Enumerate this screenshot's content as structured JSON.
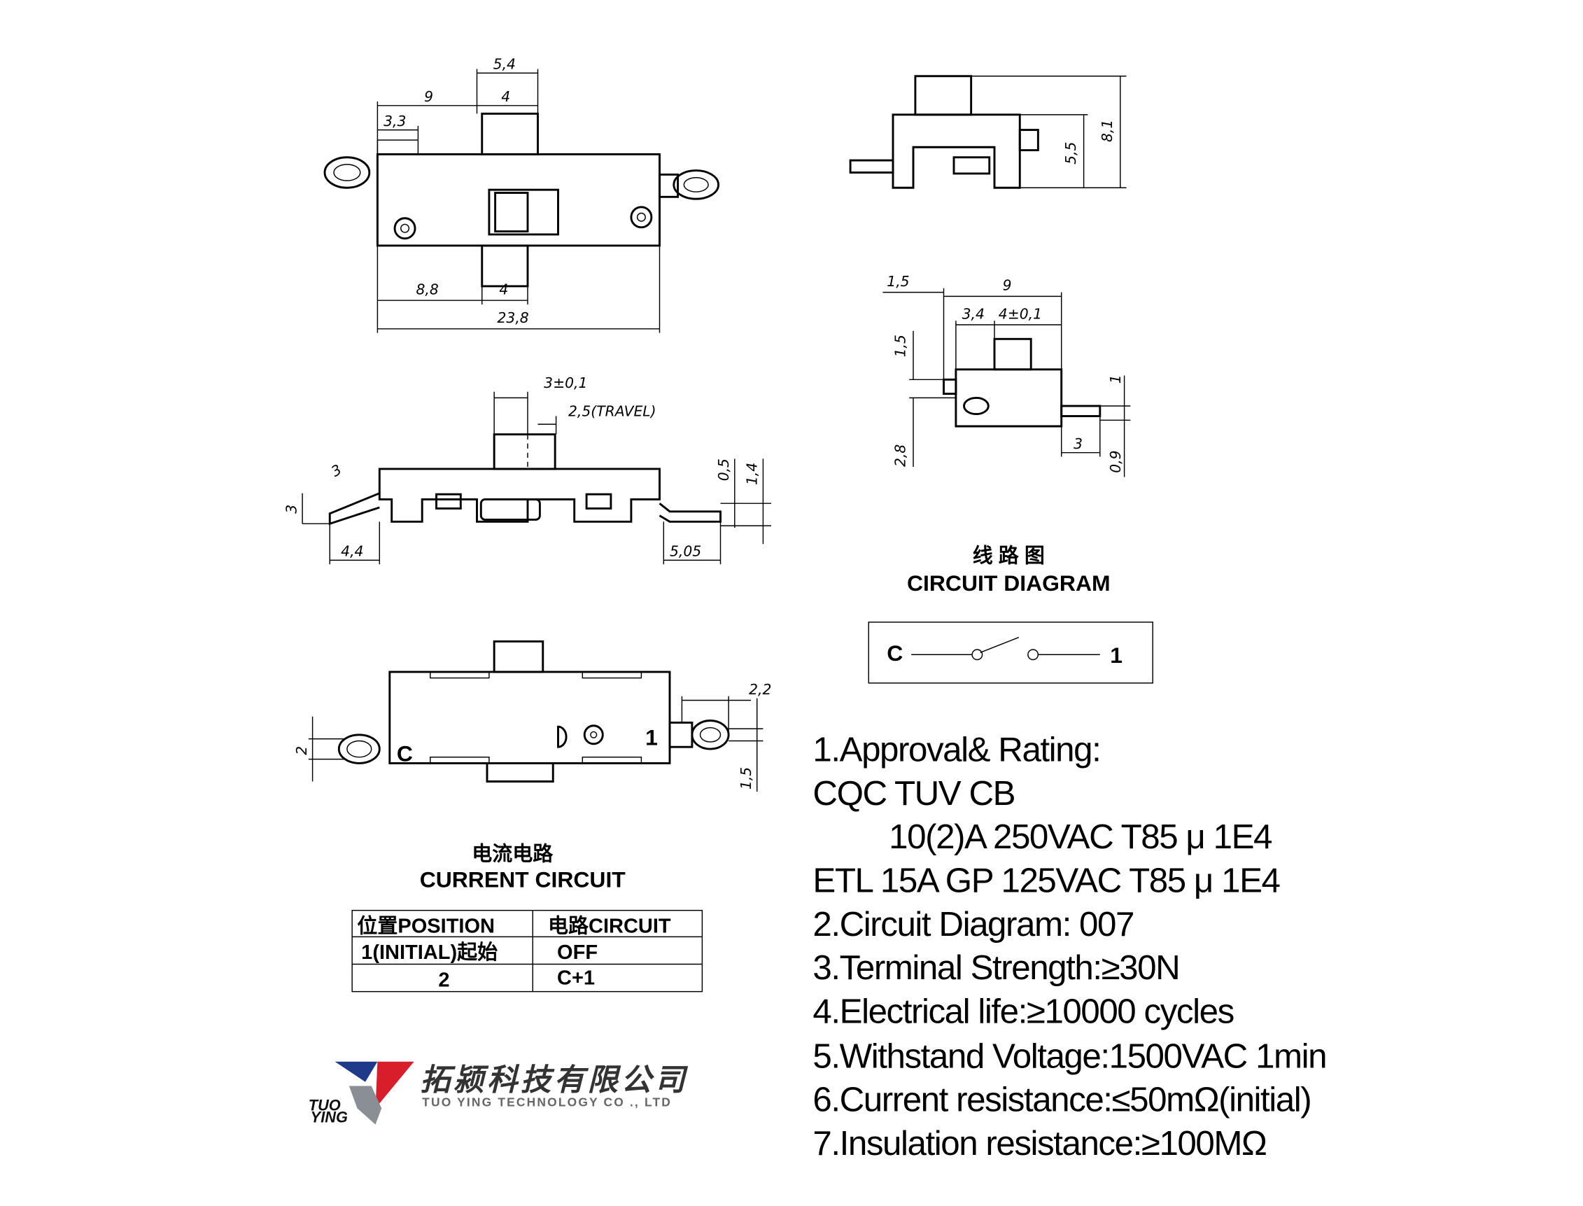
{
  "top_view": {
    "dims": {
      "d1": "5,4",
      "d2": "9",
      "d3": "4",
      "d4": "3,3",
      "d5": "8,8",
      "d6": "4",
      "d7": "23,8"
    }
  },
  "side_view_right": {
    "dims": {
      "d1": "5,5",
      "d2": "8,1"
    }
  },
  "front_view": {
    "dims": {
      "d1": "3±0,1",
      "d2": "2,5(TRAVEL)",
      "d3": "3",
      "d4": "3",
      "d5": "0,5",
      "d6": "1,4",
      "d7": "4,4",
      "d8": "5,05"
    }
  },
  "end_view": {
    "dims": {
      "d1": "1,5",
      "d2": "9",
      "d3": "3,4",
      "d4": "4±0,1",
      "d5": "1,5",
      "d6": "1",
      "d7": "2,8",
      "d8": "3",
      "d9": "0,9"
    }
  },
  "bottom_view": {
    "dims": {
      "d1": "2,2",
      "d2": "2",
      "d3": "1,5"
    },
    "label_c": "C",
    "label_1": "1"
  },
  "circuit_diagram": {
    "title_cn": "线 路 图",
    "title_en": "CIRCUIT DIAGRAM",
    "terminal_c": "C",
    "terminal_1": "1"
  },
  "current_circuit": {
    "title_cn": "电流电路",
    "title_en": "CURRENT CIRCUIT",
    "headers": [
      "位置POSITION",
      "电路CIRCUIT"
    ],
    "rows": [
      [
        "1(INITIAL)起始",
        "OFF"
      ],
      [
        "2",
        "C+1"
      ]
    ]
  },
  "logo": {
    "name_cn": "拓颍科技有限公司",
    "name_en": "TUO YING TECHNOLOGY CO ., LTD",
    "mark_top": "TUO",
    "mark_bottom": "YING",
    "colors": {
      "blue": "#1f3a8a",
      "red": "#d81e2a",
      "gray": "#8a8f96"
    }
  },
  "specs": [
    "1.Approval& Rating:",
    "CQC  TUV  CB",
    "10(2)A 250VAC T85 μ 1E4",
    "ETL  15A GP 125VAC  T85 μ 1E4",
    "2.Circuit Diagram: 007",
    "3.Terminal Strength:≥30N",
    "4.Electrical life:≥10000 cycles",
    "5.Withstand Voltage:1500VAC 1min",
    "6.Current resistance:≤50mΩ(initial)",
    "7.Insulation resistance:≥100MΩ"
  ]
}
